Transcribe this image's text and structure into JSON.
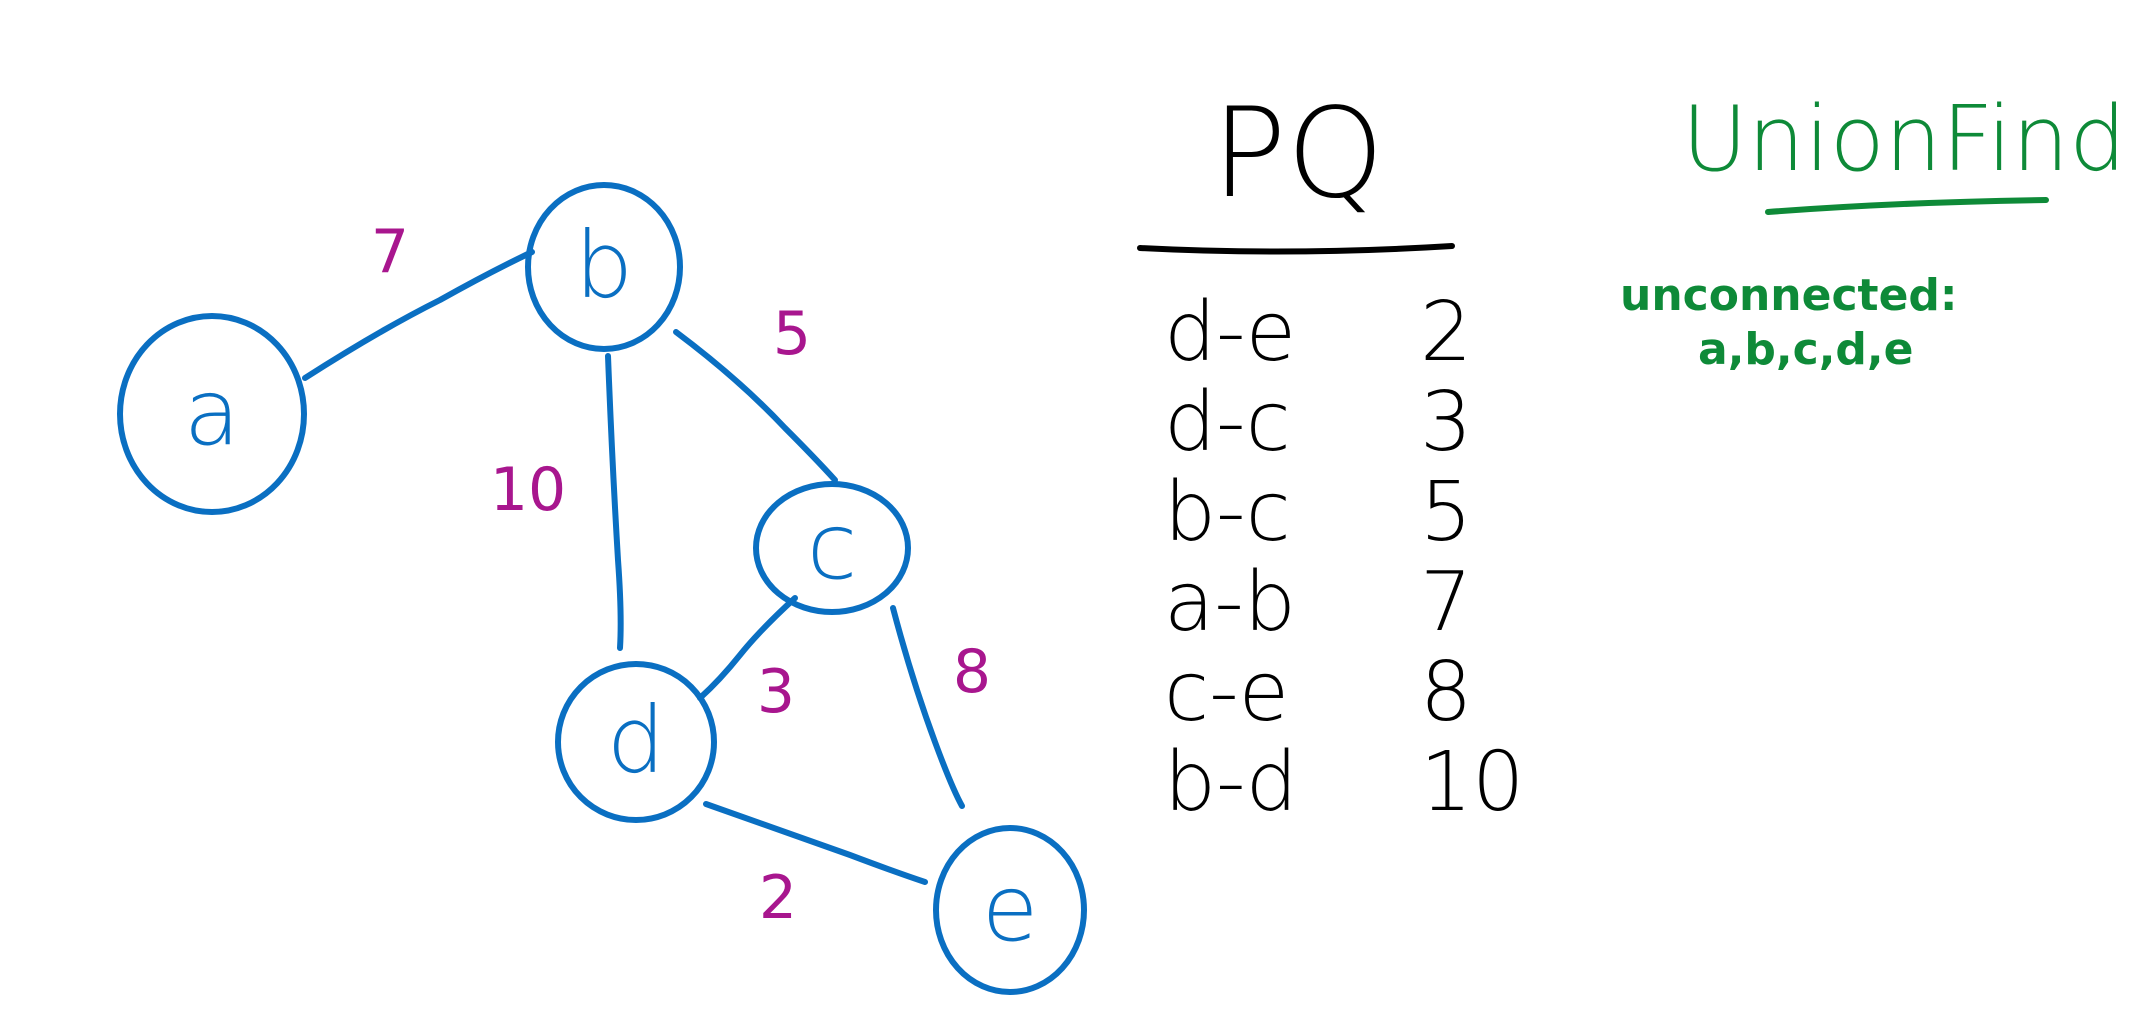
{
  "colors": {
    "node": "#0a6fc2",
    "weight": "#a8168e",
    "pq": "#000000",
    "unionfind": "#0e8a38"
  },
  "graph": {
    "nodes": [
      {
        "id": "a",
        "label": "a"
      },
      {
        "id": "b",
        "label": "b"
      },
      {
        "id": "c",
        "label": "c"
      },
      {
        "id": "d",
        "label": "d"
      },
      {
        "id": "e",
        "label": "e"
      }
    ],
    "edges": [
      {
        "from": "a",
        "to": "b",
        "weight": "7"
      },
      {
        "from": "b",
        "to": "c",
        "weight": "5"
      },
      {
        "from": "b",
        "to": "d",
        "weight": "10"
      },
      {
        "from": "c",
        "to": "d",
        "weight": "3"
      },
      {
        "from": "c",
        "to": "e",
        "weight": "8"
      },
      {
        "from": "d",
        "to": "e",
        "weight": "2"
      }
    ]
  },
  "pq": {
    "title": "PQ",
    "entries": [
      {
        "edge": "d-e",
        "weight": "2"
      },
      {
        "edge": "d-c",
        "weight": "3"
      },
      {
        "edge": "b-c",
        "weight": "5"
      },
      {
        "edge": "a-b",
        "weight": "7"
      },
      {
        "edge": "c-e",
        "weight": "8"
      },
      {
        "edge": "b-d",
        "weight": "10"
      }
    ]
  },
  "unionfind": {
    "title": "UnionFind",
    "label": "unconnected:",
    "items": "a,b,c,d,e"
  }
}
